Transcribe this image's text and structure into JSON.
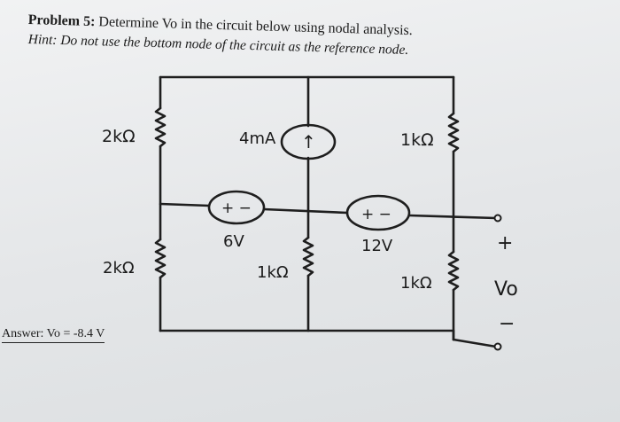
{
  "problem": {
    "label": "Problem 5:",
    "text": "Determine Vo in the circuit below using nodal analysis.",
    "hint": "Hint: Do not use the bottom node of the circuit as the reference node."
  },
  "circuit": {
    "resistors": {
      "top_left": "2kΩ",
      "top_right": "1kΩ",
      "bottom_left": "2kΩ",
      "bottom_middle": "1kΩ",
      "bottom_right": "1kΩ"
    },
    "current_source": {
      "label": "4mA",
      "arrow": "↑"
    },
    "sources": [
      {
        "label": "6V",
        "polarity": "+ −"
      },
      {
        "label": "12V",
        "polarity": "+ −"
      }
    ],
    "output": {
      "plus": "+",
      "name": "Vo",
      "minus": "−"
    }
  },
  "answer": "Answer: Vo = -8.4 V"
}
